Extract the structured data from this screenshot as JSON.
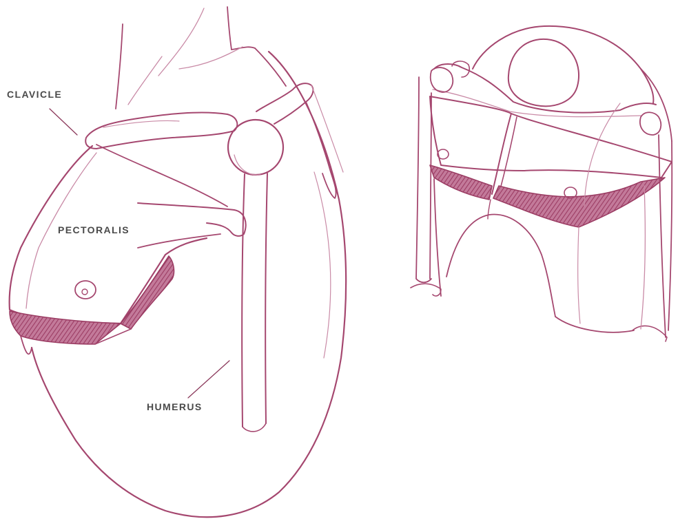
{
  "labels": {
    "clavicle": "CLAVICLE",
    "pectoralis": "PECTORALIS",
    "humerus": "HUMERUS"
  },
  "colors": {
    "sketch_line": "#a5476f",
    "sketch_light": "#c98aa6",
    "shade": "#9b3c63",
    "leader": "#8c3a5c",
    "label_text": "#4a4a4a"
  }
}
